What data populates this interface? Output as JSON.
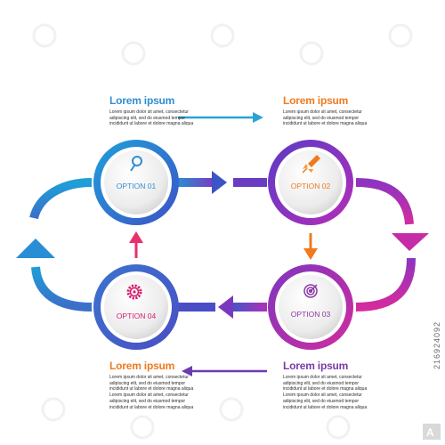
{
  "options": [
    {
      "label": "OPTION 01",
      "icon": "magnifier-icon",
      "color": "#2F8FD0"
    },
    {
      "label": "OPTION 02",
      "icon": "rocket-icon",
      "color": "#F07A1E"
    },
    {
      "label": "OPTION 03",
      "icon": "target-icon",
      "color": "#8E3AA8"
    },
    {
      "label": "OPTION 04",
      "icon": "gear-icon",
      "color": "#D6206E"
    }
  ],
  "texts": [
    {
      "title": "Lorem ipsum",
      "color": "#2F8FD0",
      "lines": [
        "Lorem ipsum dolor sit amet, consectetur",
        "adipiscing elit, sed do eiusmod tempor",
        "incididunt ut labore et dolore magna aliqua"
      ]
    },
    {
      "title": "Lorem ipsum",
      "color": "#F07A1E",
      "lines": [
        "Lorem ipsum dolor sit amet, consectetur",
        "adipiscing elit, sed do eiusmod tempor",
        "incididunt ut labore et dolore magna aliqua"
      ]
    },
    {
      "title": "Lorem ipsum",
      "color": "#F07A1E",
      "lines": [
        "Lorem ipsum dolor sit amet, consectetur",
        "adipiscing elit, sed do eiusmod tempor",
        "incididunt ut labore et dolore magna aliqua",
        "Lorem ipsum dolor sit amet, consectetur",
        "adipiscing elit, sed do eiusmod tempor",
        "incididunt ut labore et dolore magna aliqua"
      ]
    },
    {
      "title": "Lorem ipsum",
      "color": "#7A3AA6",
      "lines": [
        "Lorem ipsum dolor sit amet, consectetur",
        "adipiscing elit, sed do eiusmod tempor",
        "incididunt ut labore et dolore magna aliqua",
        "Lorem ipsum dolor sit amet, consectetur",
        "adipiscing elit, sed do eiusmod tempor",
        "incididunt ut labore et dolore magna aliqua"
      ]
    }
  ],
  "watermark": {
    "id": "216924092",
    "logo": "adobe-stock-logo"
  }
}
